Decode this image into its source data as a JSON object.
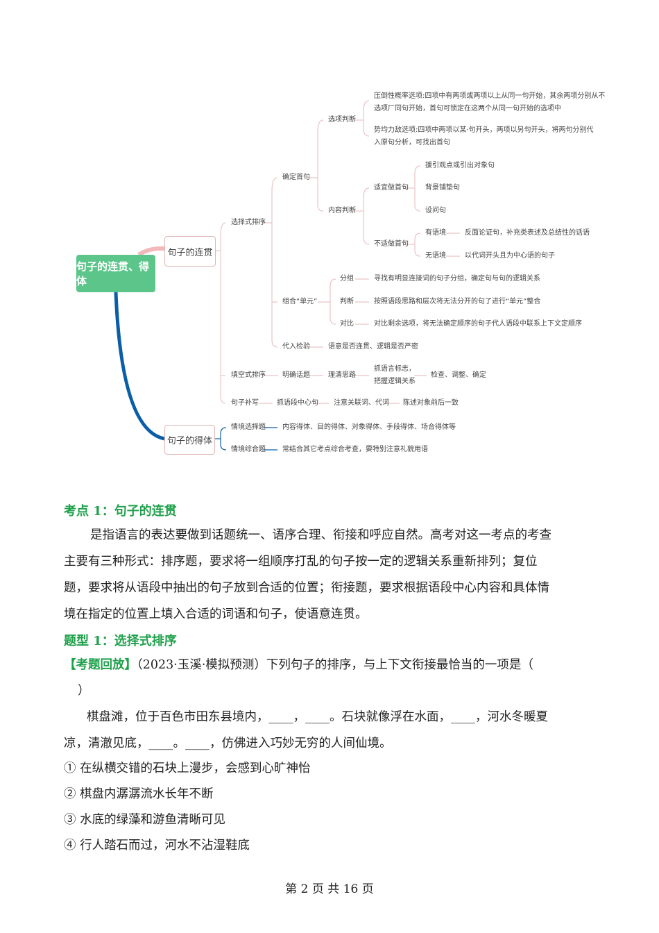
{
  "mindmap": {
    "root": "句子的连贯、得体",
    "coherence": "句子的连贯",
    "appropriateness": "句子的得体",
    "choice_sort": "选择式排序",
    "fill_sort": "填空式排序",
    "sentence_fill": "句子补写",
    "first_sentence": "确定首句",
    "combine_unit": "组合“单元”",
    "substitute_check": "代入检验",
    "option_judge": "选项判断",
    "content_judge": "内容判断",
    "option_a_1": "压倒性概率选项:四项中有两项或两项以上从同一句开始，其余两项分别从不",
    "option_a_2": "选项厂同句开始，首句可锁定在这两个从同一句开始的选项中",
    "option_b_1": "势均力敌选项:四项中两项以某·句开头，两项以另句开头，将两句分别代",
    "option_b_2": "入原句分析，可找出首句",
    "suitable_first": "适宜做首句",
    "unsuitable_first": "不适做首句",
    "suit_1": "援引观点或引出对象句",
    "suit_2": "背景铺垫句",
    "suit_3": "设问句",
    "with_context": "有语境",
    "with_context_desc": "反面论证句，补充类表述及总结性的话语",
    "no_context": "无语境",
    "no_context_desc": "以代词开头且为中心语的句子",
    "group": "分组",
    "group_desc": "寻找有明显连接词的句子分组，确定句与句的逻辑关系",
    "judge": "判断",
    "judge_desc": "按照语段思路和层次将无法分开的句了进行“单元”整合",
    "compare": "对比",
    "compare_desc": "对比剩余选项，将无法确定顺序的句子代人语段中联系上下文定顺序",
    "substitute_desc": "语意是否连贯、逻辑是否严密",
    "fill_1": "明确话题",
    "fill_2": "理清思路",
    "fill_3a": "抓语言标志，",
    "fill_3b": "把握逻辑关系",
    "fill_4": "检查、调整、确定",
    "sf_1": "抓语段中心句",
    "sf_2": "注意关联词、代词",
    "sf_3": "陈述对象前后一致",
    "situ_choice": "情境选择题",
    "situ_choice_desc": "内容得体、目的得体、对象得体、手段得体、场合得体等",
    "situ_comp": "情境综合题",
    "situ_comp_desc": "常结合其它考点综合考查，要特别注意礼貌用语"
  },
  "section": {
    "heading": "考点 1：句子的连贯",
    "para_lines": [
      "是指语言的表达要做到话题统一、语序合理、衔接和呼应自然。高考对这一考点的考查",
      "主要有三种形式：排序题，要求将一组顺序打乱的句子按一定的逻辑关系重新排列；复位",
      "题，要求将从语段中抽出的句子放到合适的位置；衔接题，要求根据语段中心内容和具体情",
      "境在指定的位置上填入合适的词语和句子，使语意连贯。"
    ],
    "type_heading": "题型 1：选择式排序",
    "question_tag": "【考题回放】",
    "question_text": "（2023·玉溪·模拟预测）下列句子的排序，与上下文衔接最恰当的一项是（",
    "question_close": "）",
    "passage_1": "棋盘滩，位于百色市田东县境内，____，____。石块就像浮在水面，____，河水冬暖夏",
    "passage_2": "凉，清澈见底，____。____，仿佛进入巧妙无穷的人间仙境。",
    "options": [
      "① 在纵横交错的石块上漫步，会感到心旷神怡",
      "② 棋盘内潺潺流水长年不断",
      "③ 水底的绿藻和游鱼清晰可见",
      "④ 行人踏石而过，河水不沾湿鞋底"
    ]
  },
  "footer": "第 2 页 共 16 页",
  "colors": {
    "root": "#5cc58a",
    "heading": "#1fa14b",
    "link_pink": "#e9c4c4",
    "link_blue": "#0a5ea8"
  }
}
